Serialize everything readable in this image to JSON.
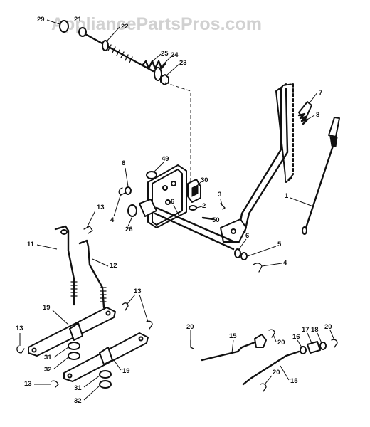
{
  "watermark": "AppliancePartsPros.com",
  "callouts": [
    {
      "id": "c29a",
      "text": "29"
    },
    {
      "id": "c21",
      "text": "21"
    },
    {
      "id": "c22",
      "text": "22"
    },
    {
      "id": "c25",
      "text": "25"
    },
    {
      "id": "c24",
      "text": "24"
    },
    {
      "id": "c23",
      "text": "23"
    },
    {
      "id": "c7",
      "text": "7"
    },
    {
      "id": "c8",
      "text": "8"
    },
    {
      "id": "c49",
      "text": "49"
    },
    {
      "id": "c6a",
      "text": "6"
    },
    {
      "id": "c30",
      "text": "30"
    },
    {
      "id": "c3",
      "text": "3"
    },
    {
      "id": "c1",
      "text": "1"
    },
    {
      "id": "c13a",
      "text": "13"
    },
    {
      "id": "c4a",
      "text": "4"
    },
    {
      "id": "c6b",
      "text": "6"
    },
    {
      "id": "c2",
      "text": "2"
    },
    {
      "id": "c50",
      "text": "50"
    },
    {
      "id": "c26",
      "text": "26"
    },
    {
      "id": "c6c",
      "text": "6"
    },
    {
      "id": "c5",
      "text": "5"
    },
    {
      "id": "c4b",
      "text": "4"
    },
    {
      "id": "c11",
      "text": "11"
    },
    {
      "id": "c12",
      "text": "12"
    },
    {
      "id": "c13b",
      "text": "13"
    },
    {
      "id": "c19a",
      "text": "19"
    },
    {
      "id": "c13c",
      "text": "13"
    },
    {
      "id": "c31a",
      "text": "31"
    },
    {
      "id": "c32a",
      "text": "32"
    },
    {
      "id": "c19b",
      "text": "19"
    },
    {
      "id": "c13d",
      "text": "13"
    },
    {
      "id": "c31b",
      "text": "31"
    },
    {
      "id": "c32b",
      "text": "32"
    },
    {
      "id": "c20a",
      "text": "20"
    },
    {
      "id": "c15a",
      "text": "15"
    },
    {
      "id": "c20b",
      "text": "20"
    },
    {
      "id": "c16",
      "text": "16"
    },
    {
      "id": "c17",
      "text": "17"
    },
    {
      "id": "c18",
      "text": "18"
    },
    {
      "id": "c20c",
      "text": "20"
    },
    {
      "id": "c20d",
      "text": "20"
    },
    {
      "id": "c15b",
      "text": "15"
    }
  ]
}
